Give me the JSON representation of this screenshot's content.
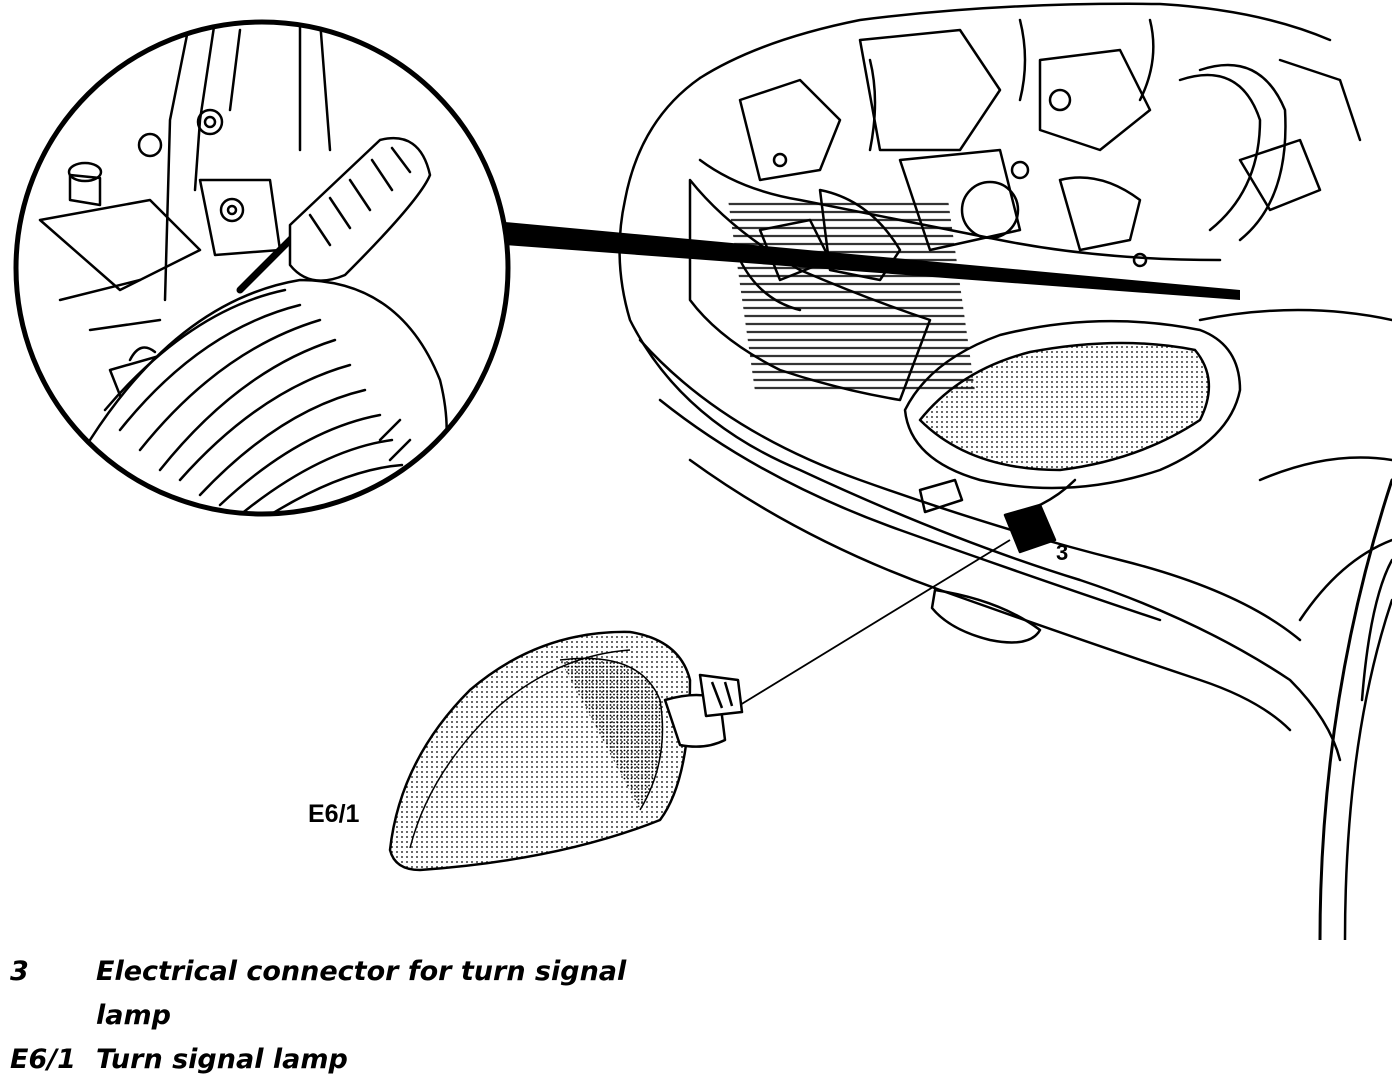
{
  "callouts": {
    "connector": "3",
    "lamp": "E6/1"
  },
  "legend": [
    {
      "key": "3",
      "description": "Electrical connector for turn signal lamp"
    },
    {
      "key": "E6/1",
      "description": "Turn signal lamp"
    }
  ],
  "colors": {
    "ink": "#000000",
    "paper": "#ffffff"
  }
}
